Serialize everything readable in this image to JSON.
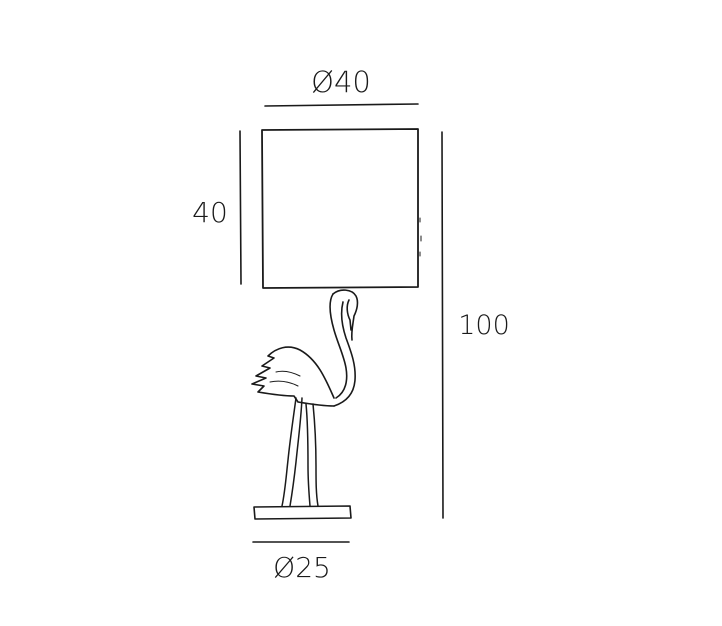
{
  "dimensions": {
    "shade_diameter": "Ø40",
    "shade_height": "40",
    "total_height": "100",
    "base_diameter": "Ø25"
  },
  "colors": {
    "ink": "#1a1a1a",
    "background": "#ffffff"
  }
}
